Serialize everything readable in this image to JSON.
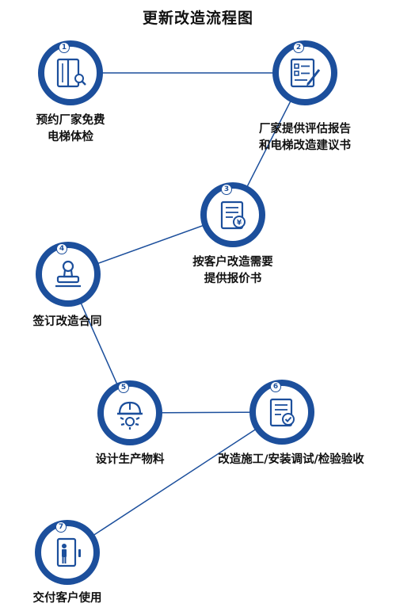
{
  "title": "更新改造流程图",
  "accent_color": "#1c4f9c",
  "steps": [
    {
      "number": "1",
      "icon": "elevator-door-icon",
      "lines": [
        "预约厂家免费",
        "电梯体检"
      ]
    },
    {
      "number": "2",
      "icon": "checklist-clipboard-icon",
      "lines": [
        "厂家提供评估报告",
        "和电梯改造建议书"
      ]
    },
    {
      "number": "3",
      "icon": "quotation-document-icon",
      "lines": [
        "按客户改造需要",
        "提供报价书"
      ]
    },
    {
      "number": "4",
      "icon": "contract-stamp-icon",
      "lines": [
        "签订改造合同",
        ""
      ]
    },
    {
      "number": "5",
      "icon": "helmet-gear-icon",
      "lines": [
        "设计生产物料",
        ""
      ]
    },
    {
      "number": "6",
      "icon": "inspection-document-icon",
      "lines": [
        "改造施工/安装调试/检验验收",
        ""
      ]
    },
    {
      "number": "7",
      "icon": "elevator-passenger-icon",
      "lines": [
        "交付客户使用",
        ""
      ]
    }
  ]
}
